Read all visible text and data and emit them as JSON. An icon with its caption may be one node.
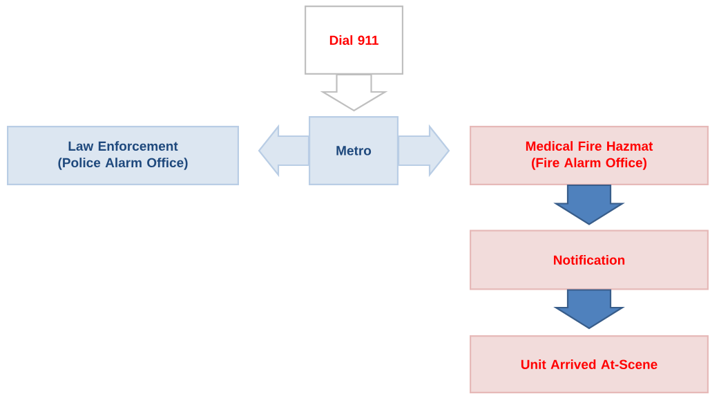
{
  "diagram": {
    "nodes": [
      {
        "text": [
          "Dial 911"
        ]
      },
      {
        "text": [
          "Metro"
        ]
      },
      {
        "text": [
          "Law Enforcement (Police Alarm Office)"
        ]
      },
      {
        "text": [
          "Medical Fire Hazmat (Fire Alarm Office)"
        ]
      },
      {
        "text": [
          "Notification"
        ]
      },
      {
        "text": [
          "Unit Arrived At-Scene"
        ]
      }
    ],
    "edges": [
      {
        "from": 0,
        "to": 1,
        "arrow": "to",
        "color": "#ffffff"
      },
      {
        "from": 1,
        "to": 2,
        "arrow": "to",
        "color": "#dce6f1"
      },
      {
        "from": 1,
        "to": 3,
        "arrow": "to",
        "color": "#dce6f1"
      },
      {
        "from": 3,
        "to": 4,
        "arrow": "to",
        "color": "#4f81bd"
      },
      {
        "from": 4,
        "to": 5,
        "arrow": "to",
        "color": "#4f81bd"
      }
    ]
  }
}
